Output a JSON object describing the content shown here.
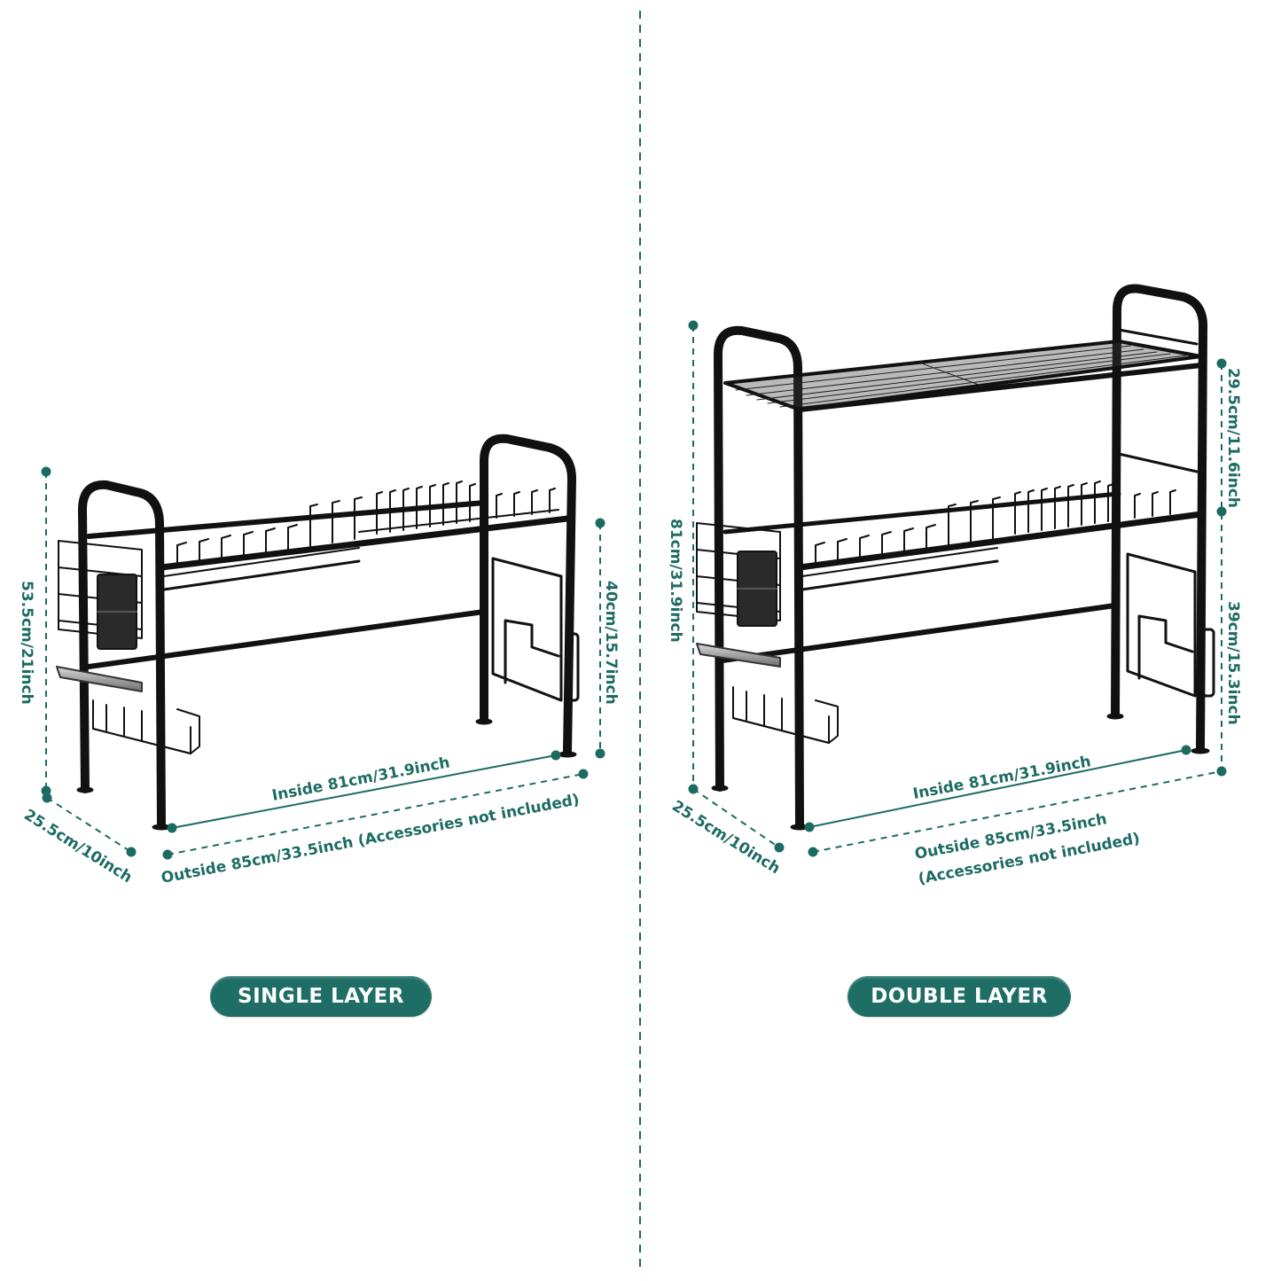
{
  "colors": {
    "accent": "#1f6e66",
    "dimension_line": "#1c6b63",
    "rack": "#111111",
    "background": "#ffffff"
  },
  "left_panel": {
    "variant_label": "SINGLE LAYER",
    "dimensions": {
      "total_height": "53.5cm/21inch",
      "clearance_height": "40cm/15.7inch",
      "inside_width": "Inside 81cm/31.9inch",
      "outside_width": "Outside 85cm/33.5inch (Accessories not included)",
      "depth": "25.5cm/10inch"
    }
  },
  "right_panel": {
    "variant_label": "DOUBLE LAYER",
    "dimensions": {
      "total_height": "81cm/31.9inch",
      "upper_tier_height": "29.5cm/11.6inch",
      "clearance_height": "39cm/15.3inch",
      "inside_width": "Inside 81cm/31.9inch",
      "outside_width_line1": "Outside 85cm/33.5inch",
      "outside_width_line2": "(Accessories not included)",
      "depth": "25.5cm/10inch"
    }
  },
  "divider": {
    "style": "dashed-vertical"
  }
}
